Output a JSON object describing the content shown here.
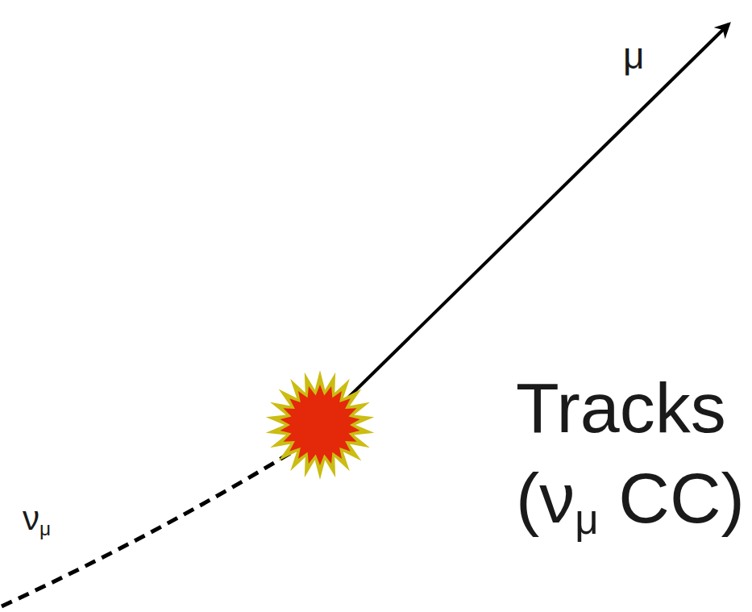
{
  "diagram": {
    "labels": [
      "μ",
      "ν",
      "μ",
      "Tracks",
      "(ν",
      "μ",
      "CC)"
    ]
  }
}
